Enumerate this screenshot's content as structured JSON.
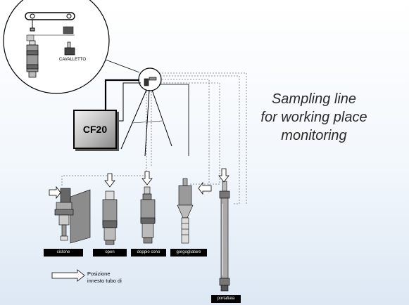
{
  "title": {
    "lines": [
      "Sampling line",
      "for working place",
      "monitoring"
    ]
  },
  "device": {
    "label": "CF20"
  },
  "inset": {
    "stand_label": "CAVALLETTO"
  },
  "sampling_heads": [
    {
      "key": "ciclone",
      "caption": "ciclone"
    },
    {
      "key": "open",
      "caption": "open"
    },
    {
      "key": "doppio_cono",
      "caption": "doppio cono"
    },
    {
      "key": "gorgogliatore",
      "caption": "gorgogliatore"
    },
    {
      "key": "portafiala",
      "caption": "portafiala"
    }
  ],
  "legend": {
    "line1": "Posizione",
    "line2": "innesto tubo di"
  },
  "colors": {
    "line": "#000000",
    "dashed": "#777777",
    "caption_bg": "#000000",
    "caption_text": "#ffffff"
  }
}
